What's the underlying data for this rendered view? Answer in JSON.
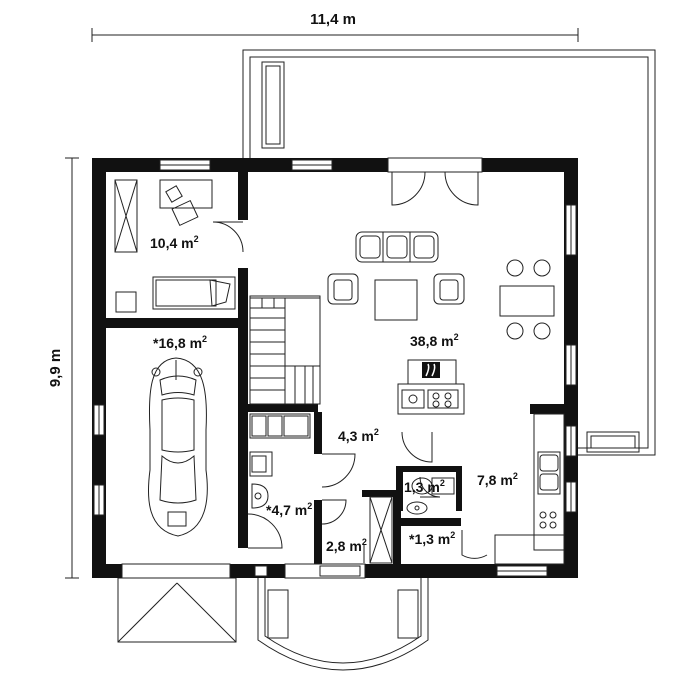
{
  "plan": {
    "dimensions": {
      "width": "11,4 m",
      "height": "9,9 m"
    },
    "rooms": [
      {
        "id": "office",
        "area": "10,4 m",
        "sup": "2"
      },
      {
        "id": "garage",
        "area": "*16,8 m",
        "sup": "2"
      },
      {
        "id": "living",
        "area": "38,8 m",
        "sup": "2"
      },
      {
        "id": "hall",
        "area": "4,3 m",
        "sup": "2"
      },
      {
        "id": "kitchen",
        "area": "7,8 m",
        "sup": "2"
      },
      {
        "id": "wc",
        "area": "1,3 m",
        "sup": "2"
      },
      {
        "id": "utility",
        "area": "*4,7 m",
        "sup": "2"
      },
      {
        "id": "entry",
        "area": "2,8 m",
        "sup": "2"
      },
      {
        "id": "storage",
        "area": "*1,3 m",
        "sup": "2"
      }
    ],
    "colors": {
      "wall": "#111111",
      "line": "#222222",
      "background": "#ffffff"
    }
  }
}
